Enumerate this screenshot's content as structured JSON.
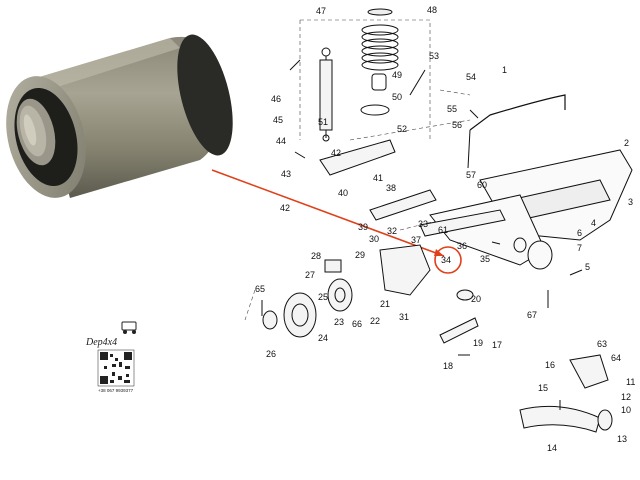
{
  "diagram": {
    "accent_color": "#e0401a",
    "callout_target": "34",
    "labels": [
      {
        "id": "47",
        "text": "47"
      },
      {
        "id": "48",
        "text": "48"
      },
      {
        "id": "46",
        "text": "46"
      },
      {
        "id": "45",
        "text": "45"
      },
      {
        "id": "49",
        "text": "49"
      },
      {
        "id": "50",
        "text": "50"
      },
      {
        "id": "53",
        "text": "53"
      },
      {
        "id": "54",
        "text": "54"
      },
      {
        "id": "1",
        "text": "1"
      },
      {
        "id": "55",
        "text": "55"
      },
      {
        "id": "56",
        "text": "56"
      },
      {
        "id": "51",
        "text": "51"
      },
      {
        "id": "52",
        "text": "52"
      },
      {
        "id": "44",
        "text": "44"
      },
      {
        "id": "42a",
        "text": "42"
      },
      {
        "id": "43",
        "text": "43"
      },
      {
        "id": "41",
        "text": "41"
      },
      {
        "id": "40",
        "text": "40"
      },
      {
        "id": "57",
        "text": "57"
      },
      {
        "id": "2",
        "text": "2"
      },
      {
        "id": "38",
        "text": "38"
      },
      {
        "id": "60",
        "text": "60"
      },
      {
        "id": "3",
        "text": "3"
      },
      {
        "id": "42b",
        "text": "42"
      },
      {
        "id": "39",
        "text": "39"
      },
      {
        "id": "33",
        "text": "33"
      },
      {
        "id": "61",
        "text": "61"
      },
      {
        "id": "30",
        "text": "30"
      },
      {
        "id": "32",
        "text": "32"
      },
      {
        "id": "37",
        "text": "37"
      },
      {
        "id": "36",
        "text": "36"
      },
      {
        "id": "4",
        "text": "4"
      },
      {
        "id": "6",
        "text": "6"
      },
      {
        "id": "34",
        "text": "34"
      },
      {
        "id": "35",
        "text": "35"
      },
      {
        "id": "7",
        "text": "7"
      },
      {
        "id": "28",
        "text": "28"
      },
      {
        "id": "29",
        "text": "29"
      },
      {
        "id": "5",
        "text": "5"
      },
      {
        "id": "27",
        "text": "27"
      },
      {
        "id": "65",
        "text": "65"
      },
      {
        "id": "21",
        "text": "21"
      },
      {
        "id": "20",
        "text": "20"
      },
      {
        "id": "67",
        "text": "67"
      },
      {
        "id": "25",
        "text": "25"
      },
      {
        "id": "23",
        "text": "23"
      },
      {
        "id": "66",
        "text": "66"
      },
      {
        "id": "22",
        "text": "22"
      },
      {
        "id": "31",
        "text": "31"
      },
      {
        "id": "24",
        "text": "24"
      },
      {
        "id": "19",
        "text": "19"
      },
      {
        "id": "17",
        "text": "17"
      },
      {
        "id": "26",
        "text": "26"
      },
      {
        "id": "18",
        "text": "18"
      },
      {
        "id": "63",
        "text": "63"
      },
      {
        "id": "64",
        "text": "64"
      },
      {
        "id": "16",
        "text": "16"
      },
      {
        "id": "11",
        "text": "11"
      },
      {
        "id": "15",
        "text": "15"
      },
      {
        "id": "12",
        "text": "12"
      },
      {
        "id": "10",
        "text": "10"
      },
      {
        "id": "13",
        "text": "13"
      },
      {
        "id": "14",
        "text": "14"
      }
    ]
  },
  "logo": {
    "text": "Dep4x4",
    "phone": "+38 067 9939377"
  }
}
